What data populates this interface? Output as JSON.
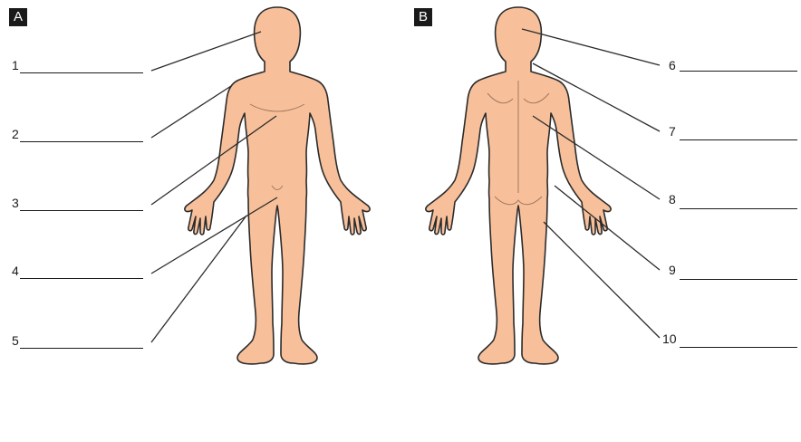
{
  "panels": {
    "front": {
      "badge": "A"
    },
    "back": {
      "badge": "B"
    }
  },
  "labels": {
    "front": [
      "1",
      "2",
      "3",
      "4",
      "5"
    ],
    "back": [
      "6",
      "7",
      "8",
      "9",
      "10"
    ]
  },
  "colors": {
    "skin": "#f8c09a",
    "outline": "#2b2b2b",
    "badge_bg": "#1a1a1a",
    "badge_text": "#ffffff"
  }
}
